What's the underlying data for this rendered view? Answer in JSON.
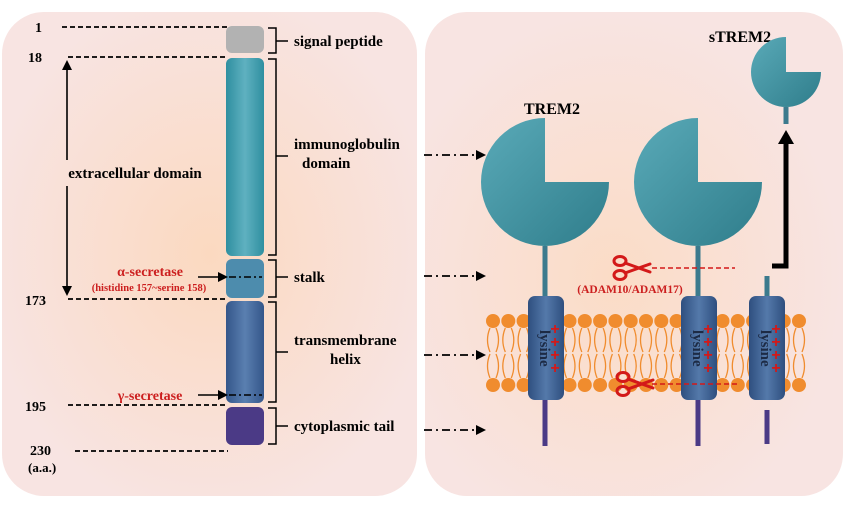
{
  "left_panel": {
    "residue_numbers": [
      "1",
      "18",
      "173",
      "195",
      "230"
    ],
    "unit_label": "(a.a.)",
    "extracellular_label": "extracellular domain",
    "alpha_secretase_label": "α-secretase",
    "alpha_secretase_site": "(histidine 157~serine 158)",
    "gamma_secretase_label": "γ-secretase",
    "domains": [
      {
        "label": "signal peptide",
        "color": "#b2b2b2"
      },
      {
        "label": "immunoglobulin domain",
        "color": "#4ea3b5"
      },
      {
        "label": "stalk",
        "color": "#4d8cad"
      },
      {
        "label": "transmembrane helix",
        "color": "#4f6fa1"
      },
      {
        "label": "cytoplasmic tail",
        "color": "#4b3a86"
      }
    ]
  },
  "right_panel": {
    "trem2_label": "TREM2",
    "strem2_label": "sTREM2",
    "protease_label": "(ADAM10/ADAM17)",
    "lysine_label": "lysine",
    "charge_symbol": "+",
    "colors": {
      "receptor_head": "#3c8a98",
      "tm_helix": "#3e5f8d",
      "cyto_tail": "#4b3a86",
      "lipid_head": "#f08c2e",
      "scissors": "#d31919",
      "cleavage_line": "#d31919"
    }
  },
  "colors": {
    "panel_bg": "#f9e4e1",
    "secretase_text": "#cc1f1f"
  }
}
